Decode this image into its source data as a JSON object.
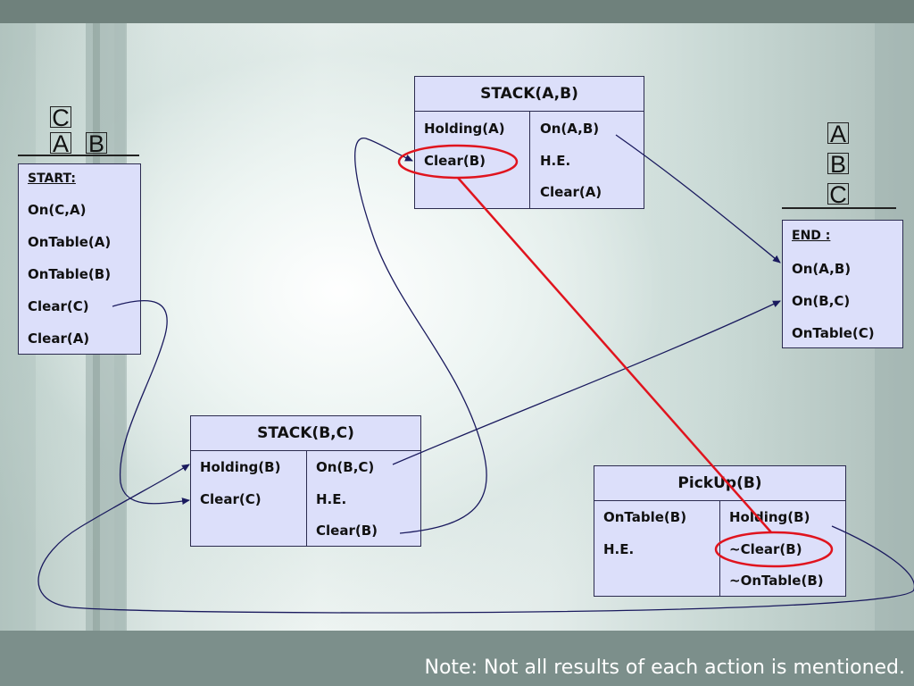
{
  "start_state": {
    "blocks": {
      "top": "C",
      "bottom_left": "A",
      "bottom_right": "B"
    },
    "heading": "START:",
    "items": [
      "On(C,A)",
      "OnTable(A)",
      "OnTable(B)",
      "Clear(C)",
      "Clear(A)"
    ]
  },
  "end_state": {
    "blocks": {
      "top": "A",
      "middle": "B",
      "bottom": "C"
    },
    "heading": "END :",
    "items": [
      "On(A,B)",
      "On(B,C)",
      "OnTable(C)"
    ]
  },
  "stack_ab": {
    "title": "STACK(A,B)",
    "preconditions": [
      "Holding(A)",
      "Clear(B)"
    ],
    "effects": [
      "On(A,B)",
      "H.E.",
      "Clear(A)"
    ]
  },
  "stack_bc": {
    "title": "STACK(B,C)",
    "preconditions": [
      "Holding(B)",
      "Clear(C)"
    ],
    "effects": [
      "On(B,C)",
      "H.E.",
      "Clear(B)"
    ]
  },
  "pickup_b": {
    "title": "PickUp(B)",
    "preconditions": [
      "OnTable(B)",
      "H.E."
    ],
    "effects": [
      "Holding(B)",
      "~Clear(B)",
      "~OnTable(B)"
    ]
  },
  "note": "Note: Not all results of each action is mentioned.",
  "colors": {
    "box_fill": "#dcdffa",
    "link": "#1a1a5e",
    "conflict": "#e0141e"
  }
}
